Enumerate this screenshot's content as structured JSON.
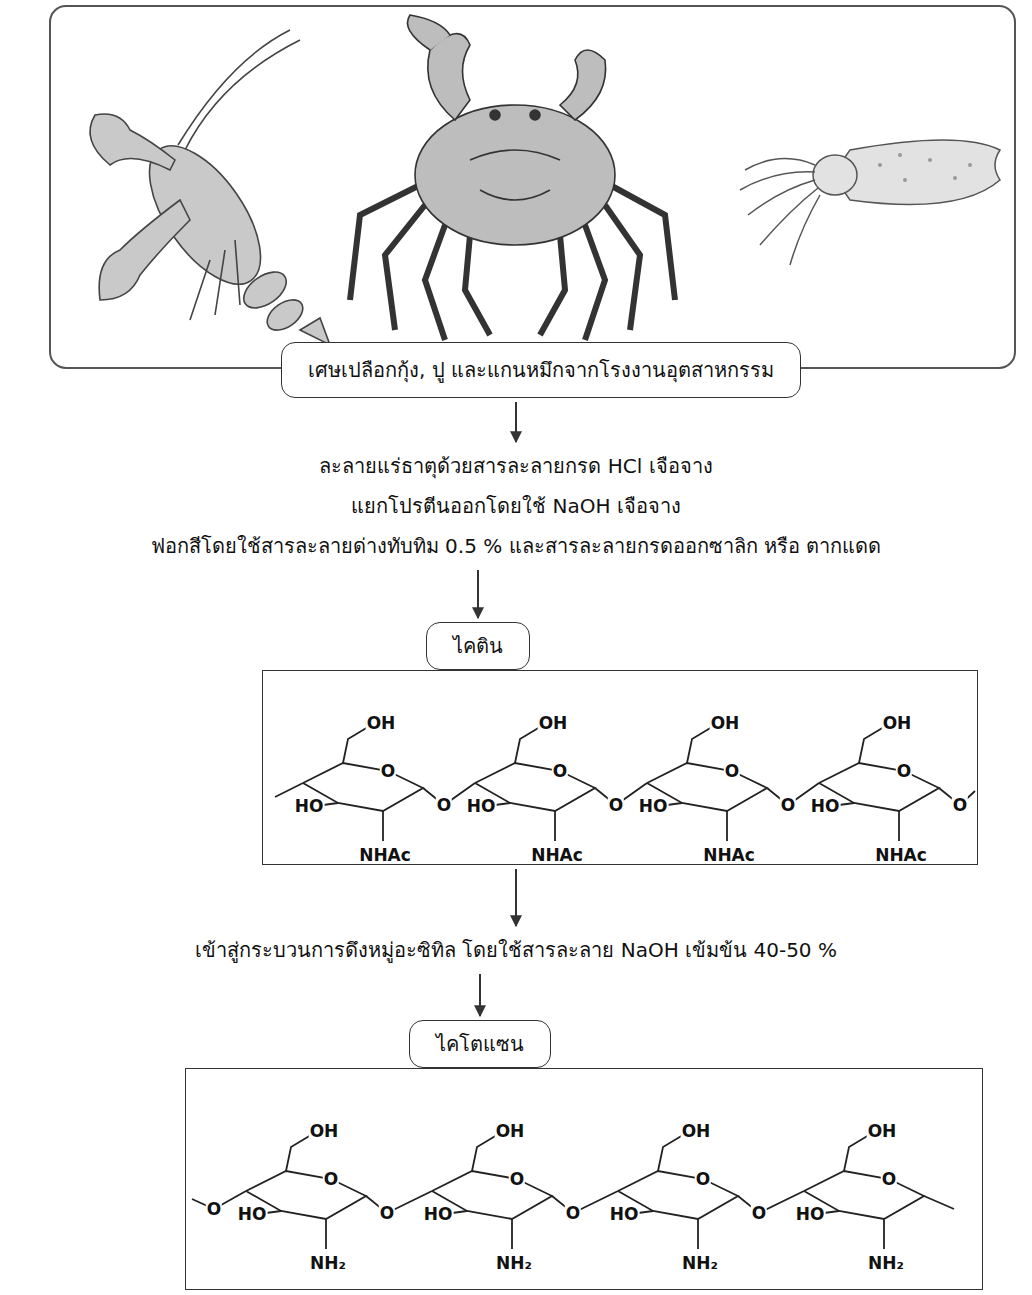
{
  "diagram": {
    "nodes": [
      {
        "text": [
          "เศษเปลือกกุ้ง, ปู และแกนหมึกจากโรงงานอุตสาหกรรม"
        ]
      },
      {
        "text": [
          "ละลายแร่ธาตุด้วยสารละลายกรด HCl เจือจาง",
          "แยกโปรตีนออกโดยใช้ NaOH เจือจาง",
          "ฟอกสีโดยใช้สารละลายด่างทับทิม 0.5 % และสารละลายกรดออกซาลิก หรือ ตากแดด"
        ]
      },
      {
        "text": [
          "ไคติน"
        ]
      },
      {
        "text": [
          "OH",
          "OH",
          "OH",
          "OH",
          "O",
          "O",
          "O",
          "O",
          "HO",
          "HO",
          "HO",
          "HO",
          "NHAc",
          "NHAc",
          "NHAc",
          "NHAc",
          "O",
          "O",
          "O",
          "O"
        ]
      },
      {
        "text": [
          "เข้าสู่กระบวนการดึงหมู่อะซิทิล โดยใช้สารละลาย NaOH เข้มข้น 40-50 %"
        ]
      },
      {
        "text": [
          "ไคโตแซน"
        ]
      },
      {
        "text": [
          "OH",
          "OH",
          "OH",
          "OH",
          "O",
          "O",
          "O",
          "O",
          "HO",
          "HO",
          "HO",
          "HO",
          "NH₂",
          "NH₂",
          "NH₂",
          "NH₂",
          "O",
          "O",
          "O",
          "O"
        ]
      }
    ],
    "edges": [
      {
        "from": 0,
        "to": 1,
        "arrow": "to"
      },
      {
        "from": 1,
        "to": 2,
        "arrow": "to"
      },
      {
        "from": 3,
        "to": 4,
        "arrow": "to"
      },
      {
        "from": 4,
        "to": 5,
        "arrow": "to"
      }
    ]
  }
}
